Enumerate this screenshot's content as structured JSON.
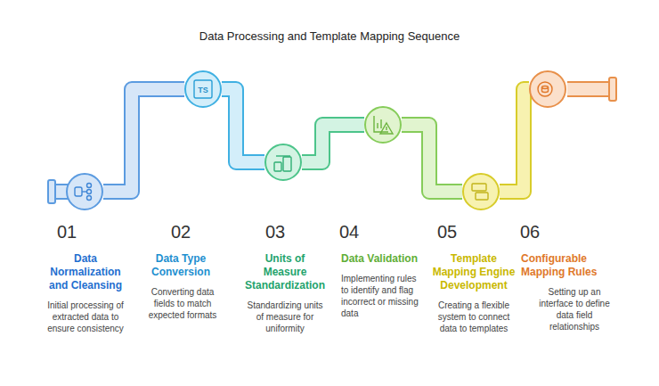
{
  "diagram": {
    "title": "Data Processing and Template Mapping Sequence",
    "nodes": [
      {
        "text": [
          "01",
          "Data Normalization and Cleansing",
          "Initial processing of extracted data to ensure consistency"
        ]
      },
      {
        "text": [
          "02",
          "Data Type Conversion",
          "Converting data fields to match expected formats"
        ]
      },
      {
        "text": [
          "03",
          "Units of Measure Standardization",
          "Standardizing units of measure for uniformity"
        ]
      },
      {
        "text": [
          "04",
          "Data Validation",
          "Implementing rules to identify and flag incorrect or missing data"
        ]
      },
      {
        "text": [
          "05",
          "Template Mapping Engine Development",
          "Creating a flexible system to connect data to templates"
        ]
      },
      {
        "text": [
          "06",
          "Configurable Mapping Rules",
          "Setting up an interface to define data field relationships"
        ]
      }
    ],
    "edges": [
      {
        "from": 0,
        "to": 1,
        "arrow": "none"
      },
      {
        "from": 1,
        "to": 2,
        "arrow": "none"
      },
      {
        "from": 2,
        "to": 3,
        "arrow": "none"
      },
      {
        "from": 3,
        "to": 4,
        "arrow": "none"
      },
      {
        "from": 4,
        "to": 5,
        "arrow": "none"
      }
    ],
    "labels": [
      "TS"
    ]
  }
}
